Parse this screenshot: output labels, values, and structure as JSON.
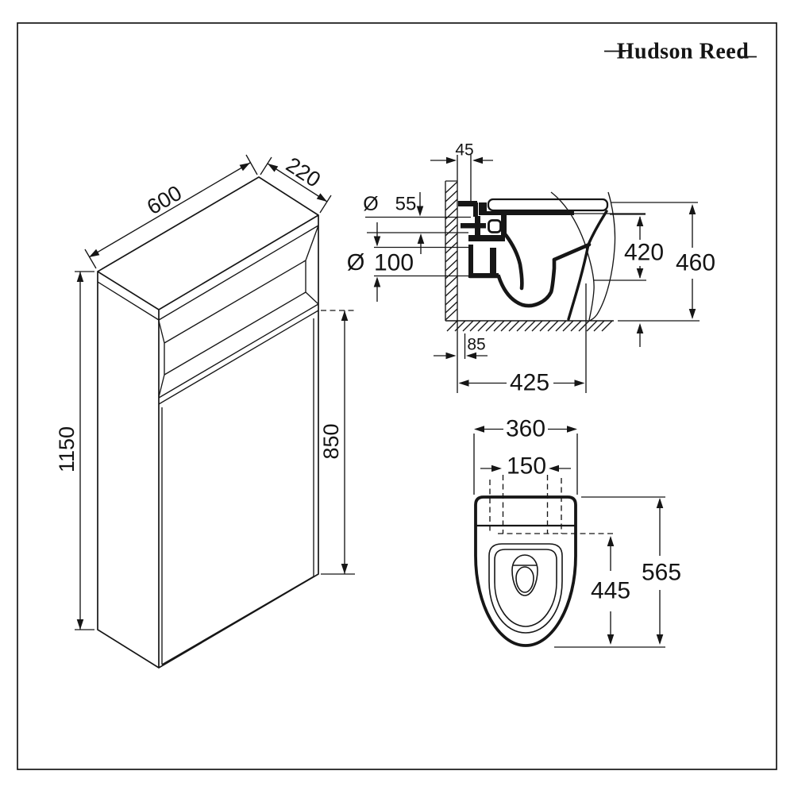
{
  "brand": {
    "name": "Hudson Reed"
  },
  "cabinet_view": {
    "width": "600",
    "depth": "220",
    "height": "1150",
    "door_height": "850"
  },
  "side_view": {
    "diameter_symbol": "Ø",
    "wall_gap": "45",
    "flush_inlet_diameter": "55",
    "waste_outlet_diameter": "100",
    "rim_height": "420",
    "overall_height": "460",
    "outlet_offset": "85",
    "overall_depth": "425"
  },
  "plan_view": {
    "overall_width": "360",
    "fixing_centres": "150",
    "bowl_length": "445",
    "overall_length": "565"
  }
}
